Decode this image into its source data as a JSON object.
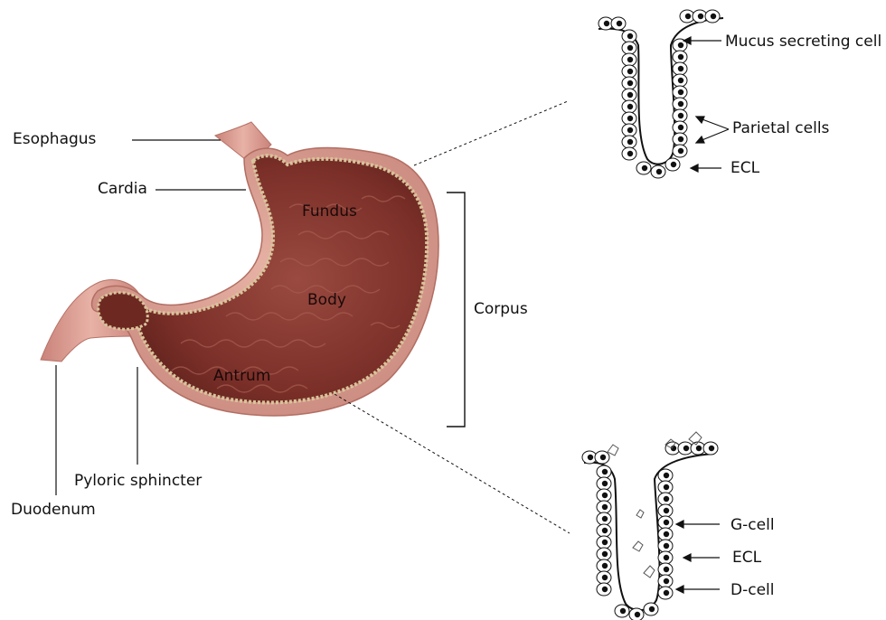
{
  "labels": {
    "esophagus": "Esophagus",
    "cardia": "Cardia",
    "fundus": "Fundus",
    "body": "Body",
    "antrum": "Antrum",
    "corpus": "Corpus",
    "pyloric_sphincter": "Pyloric sphincter",
    "duodenum": "Duodenum"
  },
  "corpus_gland": {
    "labels": {
      "mucus_cell": "Mucus secreting cell",
      "parietal_cells": "Parietal cells",
      "ecl": "ECL"
    }
  },
  "antrum_gland": {
    "labels": {
      "g_cell": "G-cell",
      "ecl": "ECL",
      "d_cell": "D-cell"
    }
  },
  "colors": {
    "stomach_outer": "#d99a8c",
    "stomach_inner": "#7a2f28",
    "stomach_lining": "#c9b08a",
    "line": "#111111"
  }
}
